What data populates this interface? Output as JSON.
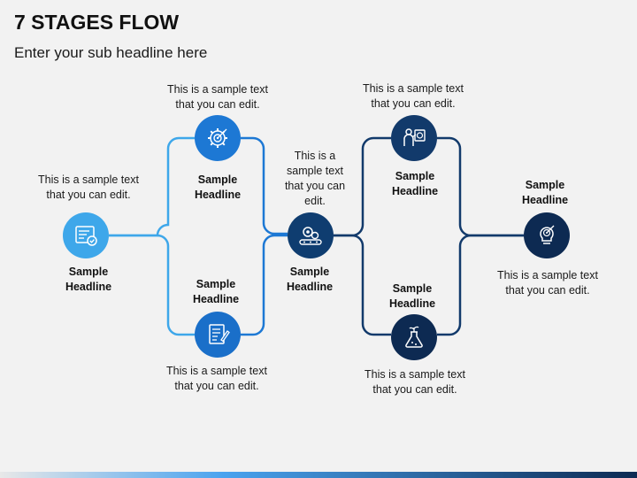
{
  "title": "7 STAGES FLOW",
  "subtitle": "Enter your sub headline here",
  "colors": {
    "stage1": "#3ea7ea",
    "stage2": "#1d78d4",
    "stage3": "#1a6fc9",
    "stage4": "#0f3d70",
    "stage5": "#123a6b",
    "stage6": "#0d2a52",
    "line_light": "#3ea7ea",
    "line_mid": "#1d78d4",
    "line_dark": "#123a6b"
  },
  "stages": [
    {
      "headline": "Sample\nHeadline",
      "text": "This is a sample text\nthat you can edit.",
      "icon": "checklist-icon"
    },
    {
      "headline": "Sample\nHeadline",
      "text": "This is a sample text\nthat you can edit.",
      "icon": "gear-target-icon"
    },
    {
      "headline": "Sample\nHeadline",
      "text": "This is a sample text\nthat you can edit.",
      "icon": "document-pen-icon"
    },
    {
      "headline": "Sample\nHeadline",
      "text": "This is a\nsample text\nthat you can\nedit.",
      "icon": "conveyor-gears-icon"
    },
    {
      "headline": "Sample\nHeadline",
      "text": "This is a sample text\nthat you can edit.",
      "icon": "person-strategy-icon"
    },
    {
      "headline": "Sample\nHeadline",
      "text": "This is a sample text\nthat you can edit.",
      "icon": "flask-plant-icon"
    },
    {
      "headline": "Sample\nHeadline",
      "text": "This is a sample text\nthat you can edit.",
      "icon": "bulb-target-icon"
    }
  ]
}
